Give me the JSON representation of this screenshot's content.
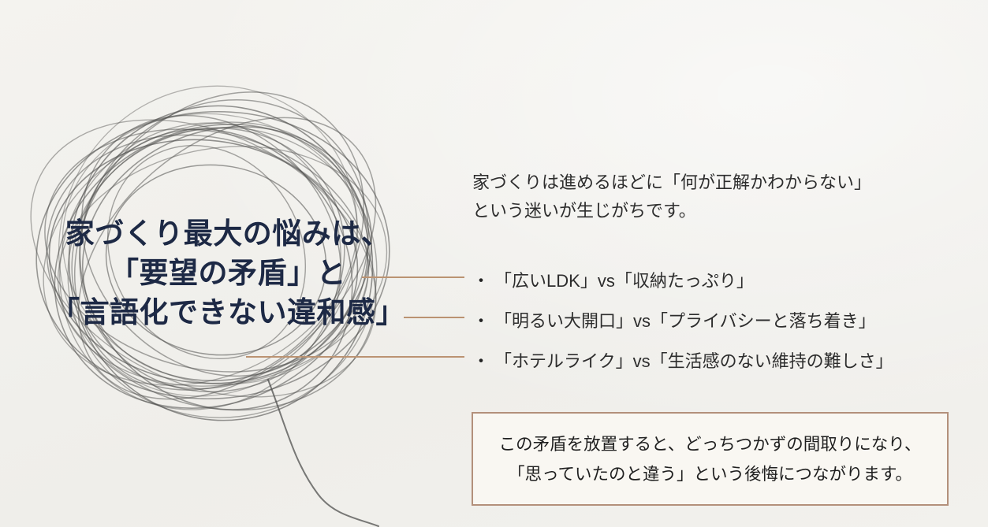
{
  "slide": {
    "background_color": "#f1f0ec",
    "description": "house-planning worries infographic slide"
  },
  "headline": {
    "color": "#1d2945",
    "lines": [
      "家づくり最大の悩みは、",
      "「要望の矛盾」と",
      "「言語化できない違和感」"
    ]
  },
  "intro": {
    "lines": [
      "家づくりは進めるほどに「何が正解かわからない」",
      "という迷いが生じがちです。"
    ]
  },
  "conflicts": {
    "marker": "・",
    "items": [
      {
        "text": "「広いLDK」vs「収納たっぷり」"
      },
      {
        "text": "「明るい大開口」vs「プライバシーと落ち着き」"
      },
      {
        "text": "「ホテルライク」vs「生活感のない維持の難しさ」"
      }
    ]
  },
  "warning_box": {
    "border_color": "#b3907b",
    "lines": [
      "この矛盾を放置すると、どっちつかずの間取りになり、",
      "「思っていたのと違う」という後悔につながります。"
    ]
  },
  "decor": {
    "scribble_icon": "tangled-thread-scribble-icon",
    "scribble_color": "#4f4f4d",
    "connector_color": "#bb9372"
  }
}
